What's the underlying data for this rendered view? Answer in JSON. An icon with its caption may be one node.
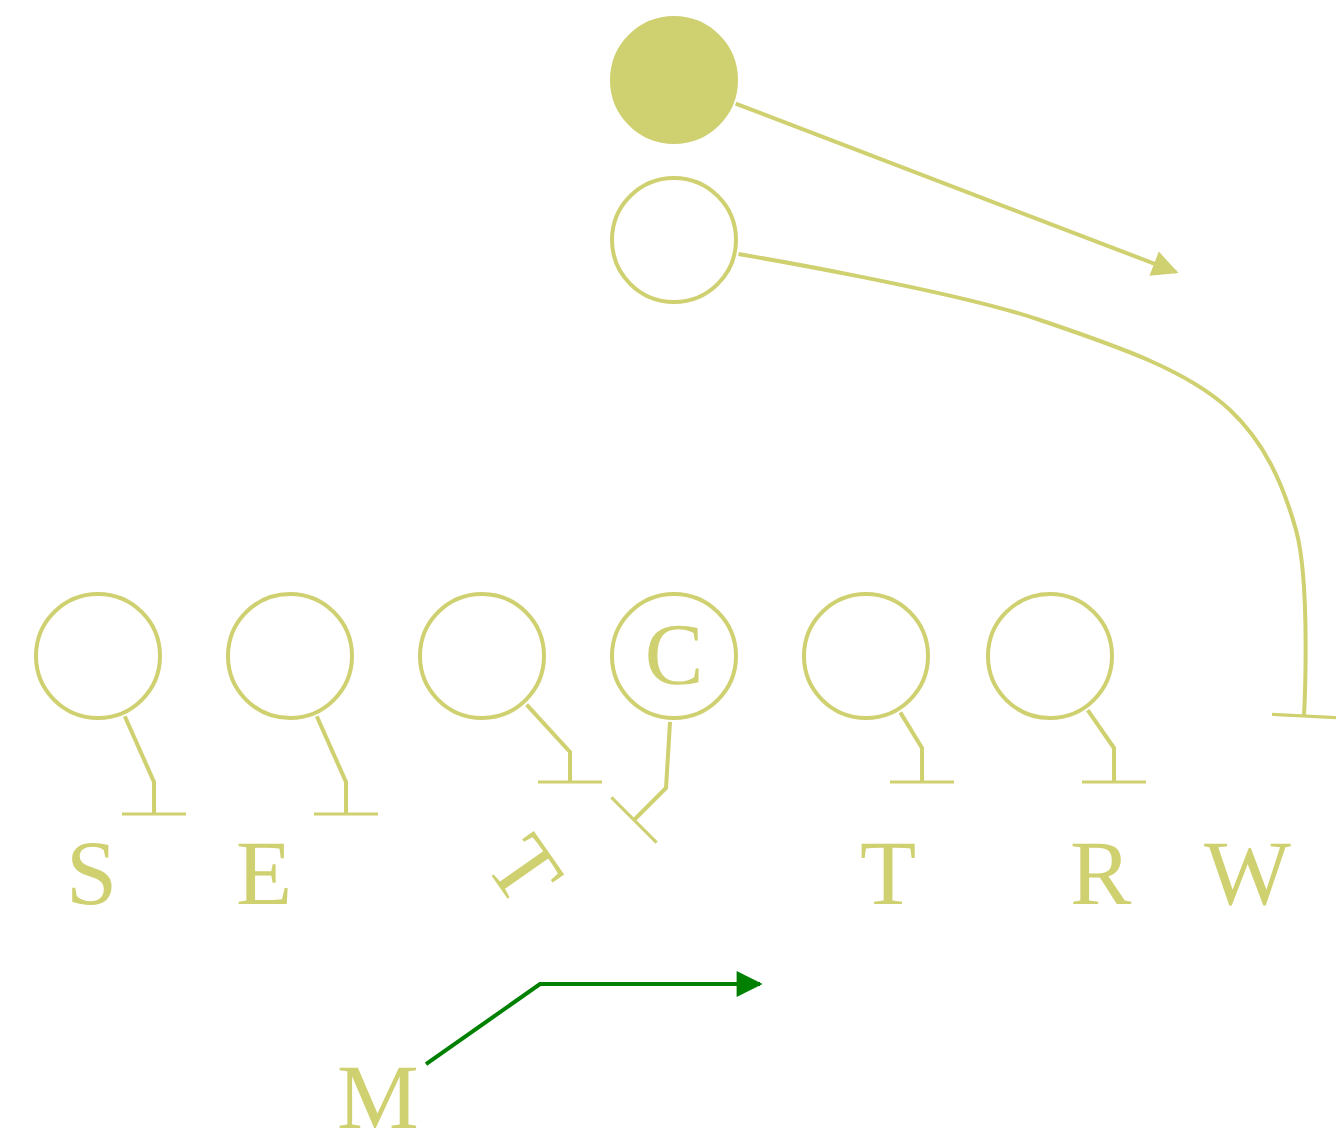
{
  "diagram": {
    "nodes": [
      {
        "text": [],
        "shape": "circle"
      },
      {
        "text": [],
        "shape": "circle"
      },
      {
        "text": [],
        "shape": "circle"
      },
      {
        "text": [],
        "shape": "circle"
      },
      {
        "text": [],
        "shape": "circle"
      },
      {
        "text": [
          "C"
        ]
      },
      {
        "text": [],
        "shape": "circle"
      },
      {
        "text": [],
        "shape": "circle"
      },
      {
        "text": [
          "M"
        ]
      }
    ],
    "edges": [
      {
        "from": 0,
        "to": null,
        "arrow": "to"
      },
      {
        "from": 1,
        "to": null,
        "arrow": "other"
      },
      {
        "from": 2,
        "to": null,
        "arrow": "other"
      },
      {
        "from": 3,
        "to": null,
        "arrow": "other"
      },
      {
        "from": 4,
        "to": null,
        "arrow": "other"
      },
      {
        "from": 5,
        "to": null,
        "arrow": "other"
      },
      {
        "from": 6,
        "to": null,
        "arrow": "other"
      },
      {
        "from": 7,
        "to": null,
        "arrow": "other"
      },
      {
        "from": 8,
        "to": null,
        "arrow": "to",
        "color": "#008000"
      }
    ],
    "labels": [
      "S",
      "E",
      "T",
      "T",
      "R",
      "W"
    ]
  }
}
